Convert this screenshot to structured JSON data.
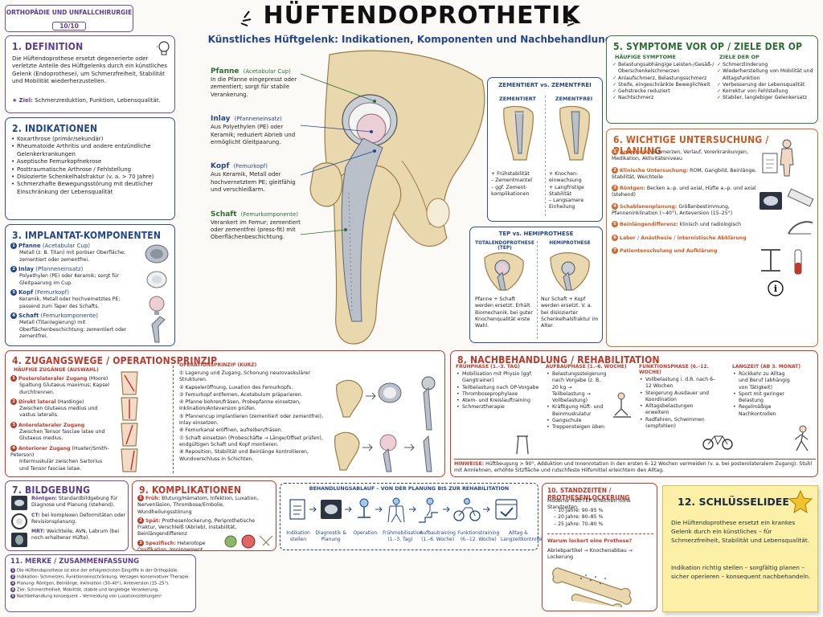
{
  "header": {
    "badge_top": "ORTHOPÄDIE UND UNFALLCHIRURGIE",
    "badge_bottom": "10/10",
    "title": "HÜFTENDOPROTHETIK",
    "subtitle": "Künstliches Hüftgelenk: Indikationen, Komponenten und Nachbehandlung"
  },
  "s1": {
    "title": "1. DEFINITION",
    "text": "Die Hüftendoprothese ersetzt degenerierte oder verletzte Anteile des Hüftgelenks durch ein künstliches Gelenk (Endoprothese), um Schmerzfreiheit, Stabilität und Mobilität wiederherzustellen.",
    "goal_label": "Ziel:",
    "goal": "Schmerzreduktion, Funktion, Lebensqualität."
  },
  "s2": {
    "title": "2. INDIKATIONEN",
    "items": [
      "Koxarthrose (primär/sekundär)",
      "Rheumatoide Arthritis und andere entzündliche Gelenkerkrankungen",
      "Aseptische Femurkopfnekrose",
      "Posttraumatische Arthrose / Fehlstellung",
      "Dislozierte Schenkelhalsfraktur (v. a. > 70 Jahre)",
      "Schmerzhafte Bewegungsstörung mit deutlicher Einschränkung der Lebensqualität"
    ]
  },
  "s3": {
    "title": "3. IMPLANTAT-KOMPONENTEN",
    "items": [
      {
        "n": "1",
        "name": "Pfanne",
        "sub": "(Acetabular Cup)",
        "desc": "Metall (z. B. Titan) mit poröser Oberfläche; zementiert oder zementfrei."
      },
      {
        "n": "2",
        "name": "Inlay",
        "sub": "(Pfanneneinsatz)",
        "desc": "Polyethylen (PE) oder Keramik; sorgt für Gleitpaarung im Cup."
      },
      {
        "n": "3",
        "name": "Kopf",
        "sub": "(Femurkopf)",
        "desc": "Keramik, Metall oder hochvernetztes PE; passend zum Taper des Schafts."
      },
      {
        "n": "4",
        "name": "Schaft",
        "sub": "(Femurkomponente)",
        "desc": "Metall (Titanlegierung) mit Oberflächenbeschichtung; zementiert oder zementfrei."
      }
    ]
  },
  "center": {
    "labels": [
      {
        "name": "Pfanne",
        "sub": "(Acetabular Cup)",
        "desc": "In die Pfanne eingepresst oder zementiert; sorgt für stabile Verankerung."
      },
      {
        "name": "Inlay",
        "sub": "(Pfanneneinsatz)",
        "desc": "Aus Polyethylen (PE) oder Keramik; reduziert Abrieb und ermöglicht Gleitpaarung."
      },
      {
        "name": "Kopf",
        "sub": "(Femurkopf)",
        "desc": "Aus Keramik, Metall oder hochvernetztem PE; gleitfähig und verschleißarm."
      },
      {
        "name": "Schaft",
        "sub": "(Femurkomponente)",
        "desc": "Verankert im Femur; zementiert oder zementfrei (press-fit) mit Oberflächenbeschichtung."
      }
    ]
  },
  "zem": {
    "title": "ZEMENTIERT vs. ZEMENTFREI",
    "left_head": "ZEMENTIERT",
    "right_head": "ZEMENTFREI",
    "left_items": [
      "Frühstabilität",
      "Zementmantel",
      "ggf. Zement-komplikationen"
    ],
    "left_marks": [
      "+",
      "–",
      "–"
    ],
    "right_items": [
      "Knochen-einwachsung",
      "Langfristige Stabilität",
      "Langsamere Einheilung"
    ],
    "right_marks": [
      "+",
      "+",
      "–"
    ]
  },
  "tep": {
    "title": "TEP vs. HEMIPROTHESE",
    "left_head": "TOTALENDOPROTHESE (TEP)",
    "right_head": "HEMIPROTHESE",
    "left_text": "Pfanne + Schaft werden ersetzt. Erhält Biomechanik, bei guter Knochenqualität erste Wahl.",
    "right_text": "Nur Schaft + Kopf werden ersetzt. V. a. bei dislozierter Schenkelhalsfraktur im Alter."
  },
  "s5": {
    "title": "5. SYMPTOME VOR OP / ZIELE DER OP",
    "left_head": "HÄUFIGE SYMPTOME",
    "right_head": "ZIELE DER OP",
    "left": [
      "Belastungsabhängige Leisten-/Gesäß-/ Oberschenkelschmerzen",
      "Anlaufschmerz, Belastungsschmerz",
      "Steife, eingeschränkte Beweglichkeit",
      "Gehstrecke reduziert",
      "Nachtschmerz"
    ],
    "right": [
      "Schmerzlinderung",
      "Wiederherstellung von Mobilität und Alltagsfunktion",
      "Verbesserung der Lebensqualität",
      "Korrektur von Fehlstellung",
      "Stabiler, langlebiger Gelenkersatz"
    ]
  },
  "s6": {
    "title": "6. WICHTIGE UNTERSUCHUNG / PLANUNG",
    "items": [
      {
        "n": "1",
        "label": "Anamnese:",
        "text": "Schmerzen, Verlauf, Vorerkrankungen, Medikation, Aktivitätsniveau"
      },
      {
        "n": "2",
        "label": "Klinische Untersuchung:",
        "text": "ROM, Gangbild, Beinlänge, Stabilität, Weichteile"
      },
      {
        "n": "3",
        "label": "Röntgen:",
        "text": "Becken a.-p. und axial, Hüfte a.-p. und axial (stehend)"
      },
      {
        "n": "4",
        "label": "Schablonenplanung:",
        "text": "Größenbestimmung, Pfanneninklination (~40°), Anteversion (15–25°)"
      },
      {
        "n": "5",
        "label": "Beinlängendifferenz:",
        "text": "klinisch und radiologisch"
      },
      {
        "n": "6",
        "label": "Labor / Anästhesie / internistische Abklärung",
        "text": ""
      },
      {
        "n": "7",
        "label": "Patientenschulung und Aufklärung",
        "text": ""
      }
    ]
  },
  "s4": {
    "title": "4. ZUGANGSWEGE / OPERATIONSPRINZIP",
    "access_head": "HÄUFIGE ZUGÄNGE (AUSWAHL)",
    "access": [
      {
        "n": "1",
        "name": "Posterolateraler Zugang",
        "sub": "(Moore)",
        "desc": "Spaltung Glutaeus maximus; Kapsel durchtrennen."
      },
      {
        "n": "2",
        "name": "Direkt lateral",
        "sub": "(Hardinge)",
        "desc": "Zwischen Glutaeus medius und vastus lateralis."
      },
      {
        "n": "3",
        "name": "Anterolateraler Zugang",
        "sub": "",
        "desc": "Zwischen Tensor fasciae latae und Glutaeus medius."
      },
      {
        "n": "4",
        "name": "Anteriorer Zugang",
        "sub": "(Hueter/Smith-Peterson)",
        "desc": "Intermuskulär zwischen Sartorius und Tensor fasciae latae."
      }
    ],
    "op_head": "OPERATIONSPRINZIP (KURZ)",
    "steps": [
      "Lagerung und Zugang, Schonung neurovaskulärer Strukturen.",
      "Kapseleröffnung, Luxation des Femurkopfs.",
      "Femurkopf entfernen, Acetabulum präparieren.",
      "Pfanne bohren/fräsen, Probepfanne einsetzen, Inklination/Anteversion prüfen.",
      "Pfannencup implantieren (zementiert oder zementfrei), Inlay einsetzen.",
      "Femurkanal eröffnen, aufreiben/fräsen.",
      "Schaft einsetzen (Probeschäfte → Länge/Offset prüfen), endgültigen Schaft und Kopf montieren.",
      "Reposition, Stabilität und Beinlänge kontrollieren, Wundverschluss in Schichten."
    ]
  },
  "s8": {
    "title": "8. NACHBEHANDLUNG / REHABILITATION",
    "cols": [
      {
        "head": "FRÜHPHASE (1.–3. TAG)",
        "items": [
          "Mobilisation mit Physio (ggf. Gangtrainer)",
          "Teilbelastung nach OP-Vorgabe",
          "Thromboseprophylaxe",
          "Atem- und Kreislauftraining",
          "Schmerztherapie"
        ]
      },
      {
        "head": "AUFBAUPHASE (1.–6. WOCHE)",
        "items": [
          "Belastungssteigerung nach Vorgabe (z. B. 20 kg → Teilbelastung → Vollbelastung)",
          "Kräftigung Hüft- und Beinmuskulatur",
          "Gangschule",
          "Treppensteigen üben"
        ]
      },
      {
        "head": "FUNKTIONSPHASE (6.–12. WOCHE)",
        "items": [
          "Vollbelastung i. d.R. nach 6–12 Wochen",
          "Steigerung Ausdauer und Koordination",
          "Alltagsbelastungen erweitern",
          "Radfahren, Schwimmen (empfohlen)"
        ]
      },
      {
        "head": "LANGZEIT (AB 3. MONAT)",
        "items": [
          "Rückkehr zu Alltag und Beruf (abhängig von Tätigkeit)",
          "Sport mit geringer Belastung",
          "Regelmäßige Nachkontrollen"
        ]
      }
    ],
    "note_label": "HINWEISE:",
    "note": "Hüftbeugung > 90°, Adduktion und Innenrotation in den ersten 6–12 Wochen vermeiden (v. a. bei posterolateralem Zugang). Stuhl mit Armlehnen, erhöhte Sitzfläche und rutschfeste Hilfsmittel erleichtern den Alltag."
  },
  "s7": {
    "title": "7. BILDGEBUNG",
    "items": [
      {
        "label": "Röntgen:",
        "text": "Standardbildgebung für Diagnose und Planung (stehend)."
      },
      {
        "label": "CT:",
        "text": "bei komplexen Deformitäten oder Revisionsplanung."
      },
      {
        "label": "MRT:",
        "text": "Weichteile, AVN, Labrum (bei noch erhaltener Hüfte)."
      }
    ]
  },
  "s9": {
    "title": "9. KOMPLIKATIONEN",
    "items": [
      {
        "label": "Früh:",
        "text": "Blutung/Hämatom, Infektion, Luxation, Nervenläsion, Thrombose/Embolie, Wundheilungsstörung"
      },
      {
        "label": "Spät:",
        "text": "Prothesenlockerung, Periprothetische Fraktur, Verschleiß (Abrieb), Instabilität, Beinlängendifferenz"
      },
      {
        "label": "Spezifisch:",
        "text": "Heterotope Ossifikation, Impingement, Metallose (selten)"
      }
    ]
  },
  "flow": {
    "title": "BEHANDLUNGSABLAUF – VON DER PLANUNG BIS ZUR REHABILITATION",
    "steps": [
      "Indikation stellen",
      "Diagnostik & Planung",
      "Operation",
      "Frühmobilisation (1.–3. Tag)",
      "Aufbautraining (1.–6. Woche)",
      "Funktionstraining (6.–12. Woche)",
      "Alltag & Langzeitkontrolle"
    ]
  },
  "s10": {
    "title": "10. STANDZEITEN / PROTHESENLOCKERUNG",
    "intro": "Moderne Hüft-TEP erreichen hohe Standzeiten:",
    "rates": [
      "10 Jahre: 90–95 %",
      "20 Jahre: 80–85 %",
      "25 Jahre: 70–80 %"
    ],
    "why": "Warum lockert eine Prothese?",
    "chain": "Abriebpartikel → Knochenabbau → Lockerung"
  },
  "s11": {
    "title": "11. MERKE / ZUSAMMENFASSUNG",
    "items": [
      "Die Hüftendoprothese ist eine der erfolgreichsten Eingriffe in der Orthopädie.",
      "Indikation: Schmerzen, Funktionseinschränkung, Versagen konservativer Therapie.",
      "Planung: Röntgen, Beinlänge, Inklination (30–40°), Anteversion (15–25°).",
      "Ziel: Schmerzfreiheit, Mobilität, stabile und langlebige Verankerung.",
      "Nachbehandlung konsequent – Vermeidung von Luxationsstellungen!"
    ]
  },
  "s12": {
    "title": "12. SCHLÜSSELIDEE",
    "p1": "Die Hüftendoprothese ersetzt ein krankes Gelenk durch ein künstliches – für Schmerzfreiheit, Stabilität und Lebensqualität.",
    "p2": "Indikation richtig stellen – sorgfältig planen – sicher operieren – konsequent nachbehandeln."
  },
  "colors": {
    "purple": "#5a3d91",
    "blue": "#23468f",
    "red": "#c0392b",
    "green": "#2b6e34",
    "orange": "#cf5a22",
    "note_bg": "#fbf0a6"
  }
}
